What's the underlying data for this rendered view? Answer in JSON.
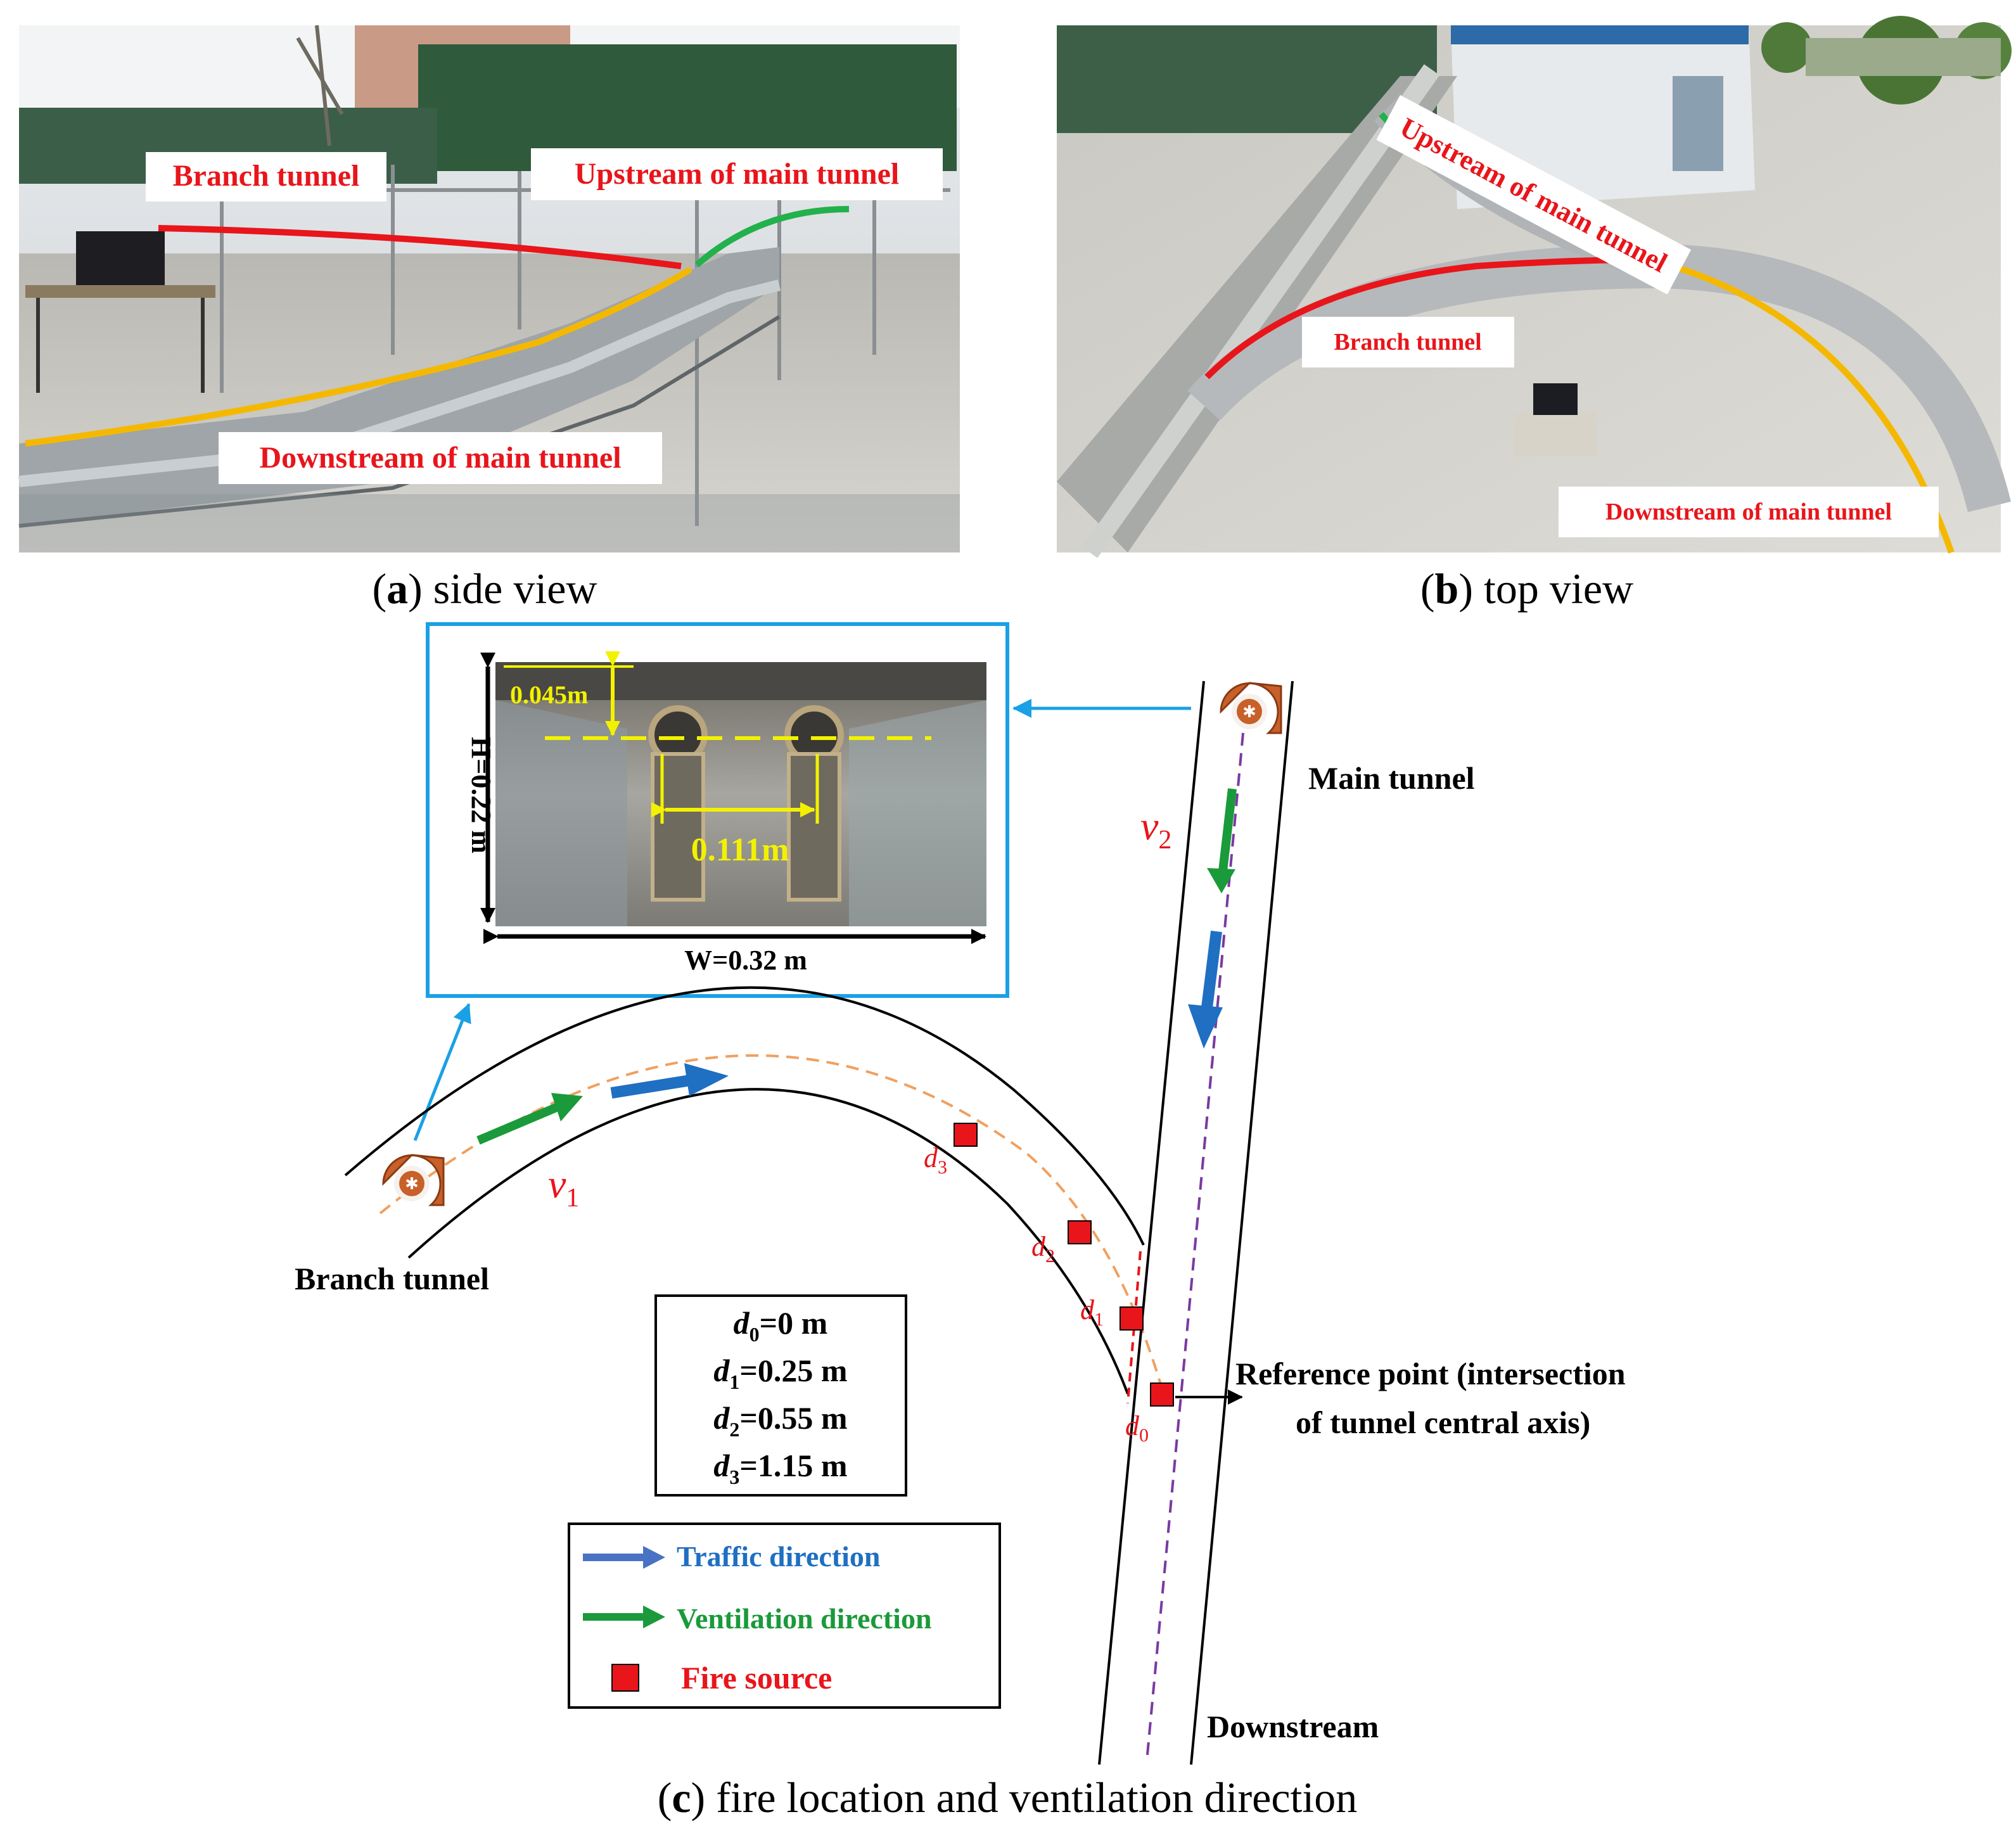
{
  "panel_a": {
    "labels": {
      "branch": "Branch tunnel",
      "upstream": "Upstream of main tunnel",
      "downstream": "Downstream of main tunnel"
    },
    "caption_letter": "a",
    "caption_text": "side view"
  },
  "panel_b": {
    "labels": {
      "upstream": "Upstream of main tunnel",
      "branch": "Branch tunnel",
      "downstream": "Downstream  of main tunnel"
    },
    "caption_letter": "b",
    "caption_text": "top view"
  },
  "panel_c": {
    "caption_letter": "c",
    "caption_text": "fire location and ventilation direction",
    "inset": {
      "height_label": "H=0.22 m",
      "width_label": "W=0.32 m",
      "offset_label": "0.045m",
      "spacing_label": "0.111m"
    },
    "labels": {
      "main_tunnel": "Main tunnel",
      "branch_tunnel": "Branch tunnel",
      "downstream": "Downstream",
      "reference_line1": "Reference point (intersection",
      "reference_line2": "of tunnel central axis)"
    },
    "velocity_labels": {
      "v1_symbol": "v",
      "v1_sub": "1",
      "v2_symbol": "v",
      "v2_sub": "2"
    },
    "fire_points": [
      {
        "sym": "d",
        "sub": "0",
        "value": "=0 m"
      },
      {
        "sym": "d",
        "sub": "1",
        "value": "=0.25 m"
      },
      {
        "sym": "d",
        "sub": "2",
        "value": "=0.55 m"
      },
      {
        "sym": "d",
        "sub": "3",
        "value": "=1.15 m"
      }
    ],
    "legend": {
      "traffic": "Traffic direction",
      "ventilation": "Ventilation direction",
      "fire": "Fire source"
    }
  },
  "colors": {
    "branch_line": "#e8151b",
    "upstream_line": "#22b14c",
    "downstream_line": "#f5b800",
    "label_red": "#e8151b",
    "traffic_blue": "#1f6fc2",
    "vent_green": "#1a9a3a",
    "inset_border": "#1aa0e6",
    "fan_orange": "#c8602a",
    "axis_orange": "#f0a060",
    "axis_purple": "#7a3aa0",
    "yellow": "#f2f200"
  },
  "icons": [
    "fan-icon",
    "arrow-icon",
    "fire-square-icon"
  ]
}
